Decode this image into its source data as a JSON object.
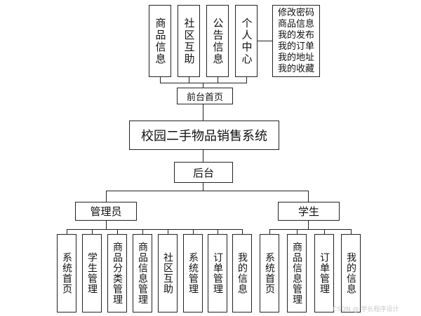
{
  "front": {
    "modules": [
      "商品信息",
      "社区互助",
      "公告信息",
      "个人中心"
    ],
    "personal_center_items": [
      "修改密码",
      "商品信息",
      "我的发布",
      "我的订单",
      "我的地址",
      "我的收藏"
    ],
    "home": "前台首页"
  },
  "system_title": "校园二手物品销售系统",
  "backend": "后台",
  "admin": {
    "label": "管理员",
    "modules": [
      "系统首页",
      "学生管理",
      "商品分类管理",
      "商品信息管理",
      "社区互助",
      "系统管理",
      "订单管理",
      "我的信息"
    ]
  },
  "student": {
    "label": "学生",
    "modules": [
      "系统首页",
      "商品信息管理",
      "订单管理",
      "我的信息"
    ]
  },
  "watermark": "CSDN @ 学长程序设计"
}
